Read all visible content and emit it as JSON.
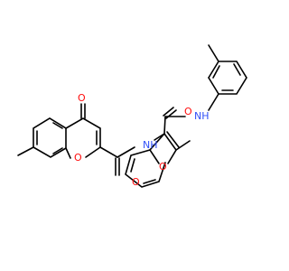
{
  "colors": {
    "carbon": "#000000",
    "oxygen": "#ff0d0d",
    "nitrogen": "#3050f8",
    "hydrogen": "#000000",
    "background": "#ffffff"
  },
  "atoms": {
    "ketone_o": "O",
    "ring_o": "O",
    "amide1_o": "O",
    "amide1_nh": "NH",
    "benzofuran_o": "O",
    "amide2_o": "O",
    "amide2_nh": "NH"
  }
}
